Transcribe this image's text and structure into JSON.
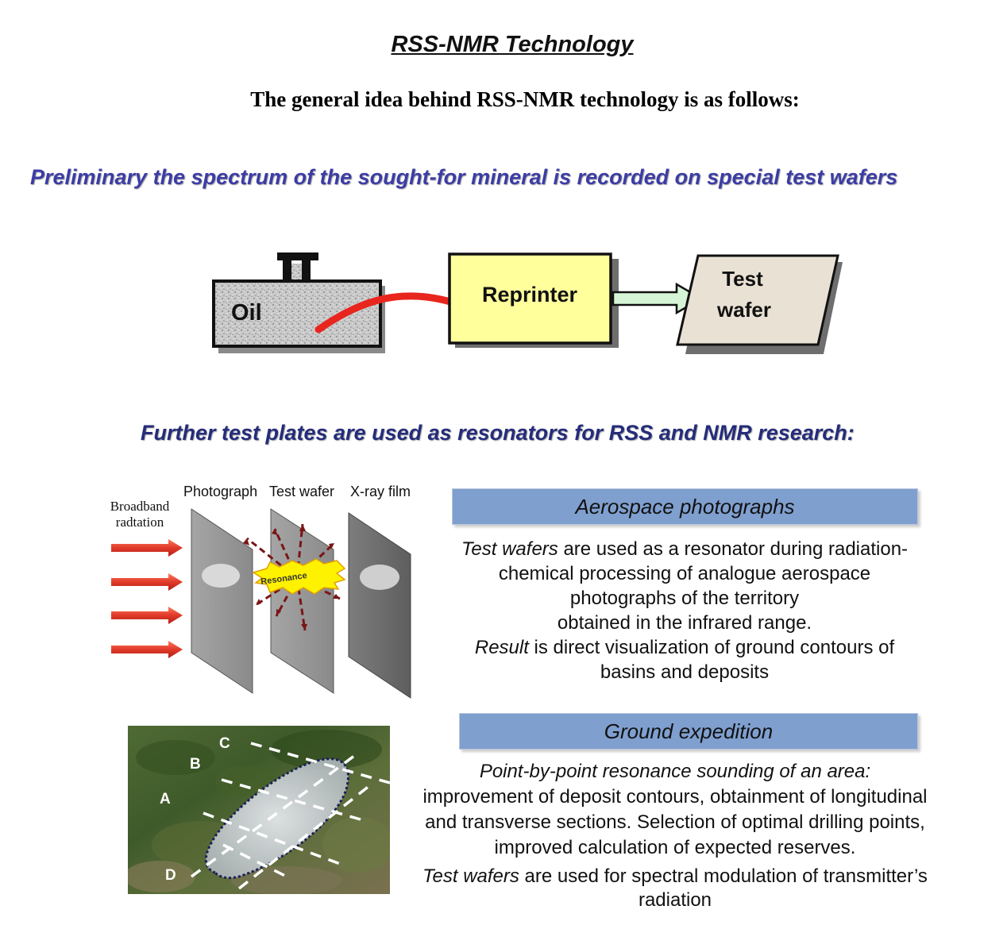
{
  "title": "RSS-NMR Technology",
  "subtitle": "The general idea behind RSS-NMR technology is as follows:",
  "heading_1": "Preliminary the spectrum of the sought-for mineral is recorded on special test wafers",
  "flow": {
    "oil_label": "Oil",
    "reprinter_label": "Reprinter",
    "wafer_label_line1": "Test",
    "wafer_label_line2": "wafer"
  },
  "heading_2": "Further test plates are used as resonators for RSS and NMR research:",
  "resonator_diagram": {
    "broadband_line1": "Broadband",
    "broadband_line2": "radtation",
    "photograph_label": "Photograph",
    "test_wafer_label": "Test wafer",
    "xray_label": "X-ray film",
    "resonance_label": "Resonance"
  },
  "aerospace": {
    "banner": "Aerospace photographs",
    "line1_italic": "Test wafers",
    "line1_rest": " are used as a resonator during radiation-",
    "line2": "chemical processing of analogue aerospace",
    "line3": "photographs of the territory",
    "line4": "obtained in the infrared range.",
    "line5_italic": "Result",
    "line5_rest": " is direct visualization of ground contours of",
    "line6": "basins and deposits"
  },
  "ground": {
    "banner": "Ground expedition",
    "line1": "Point-by-point resonance sounding of an area:",
    "line2": "improvement of deposit contours, obtainment of longitudinal",
    "line3": "and transverse sections. Selection of optimal drilling points,",
    "line4": "improved calculation of expected reserves.",
    "line5_italic": "Test wafers",
    "line5_rest": " are used for spectral modulation of transmitter’s",
    "line6": "radiation"
  },
  "map": {
    "label_a": "A",
    "label_b": "B",
    "label_c": "C",
    "label_d": "D"
  },
  "colors": {
    "heading_blue": "#3c3ca6",
    "banner_blue": "#7f9fcf",
    "reprinter_fill": "#ffff9c",
    "wafer_fill": "#e9e2d4",
    "tube_red": "#e8261e",
    "arrow_red": "#e03a2a"
  }
}
